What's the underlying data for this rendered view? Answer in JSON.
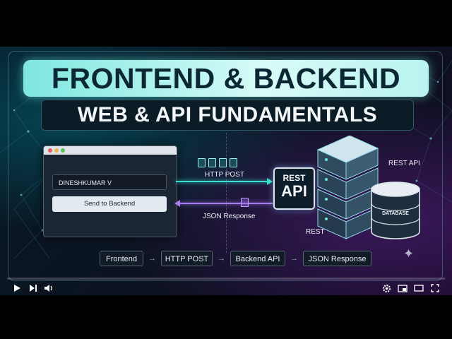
{
  "video": {
    "title_line1": "FRONTEND & BACKEND",
    "title_line2": "WEB & API FUNDAMENTALS",
    "progress_fraction": 0.0
  },
  "diagram": {
    "frontend_input_value": "DINESHKUMAR V",
    "send_button_label": "Send to Backend",
    "request_label": "HTTP POST",
    "response_label": "JSON Response",
    "rest_box_small": "REST",
    "rest_box_big": "API",
    "rest_label": "REST",
    "rest_api_label": "REST API",
    "database_label": "DATABASE",
    "flow": [
      "Frontend",
      "HTTP POST",
      "Backend API",
      "JSON Response"
    ],
    "flow_arrow": "→"
  },
  "colors": {
    "request_line": "#38e0d0",
    "response_line": "#a77cf0",
    "title_bg": "#b9f3ef",
    "progress": "#ff0000"
  },
  "controls": {
    "icons": [
      "play-icon",
      "next-icon",
      "volume-icon",
      "settings-icon",
      "miniplayer-icon",
      "theater-icon",
      "fullscreen-icon"
    ]
  }
}
